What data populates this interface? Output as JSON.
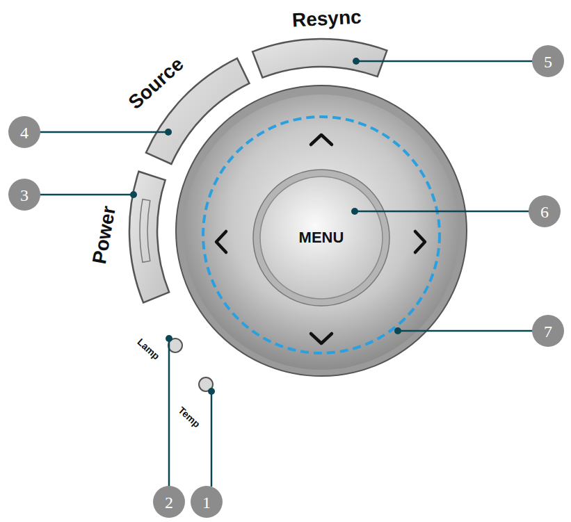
{
  "diagram": {
    "labels": [
      "Resync",
      "Source",
      "5",
      "4",
      "3",
      "Power",
      "6",
      "MENU",
      "7",
      "Lamp",
      "Temp",
      "2",
      "1"
    ]
  }
}
